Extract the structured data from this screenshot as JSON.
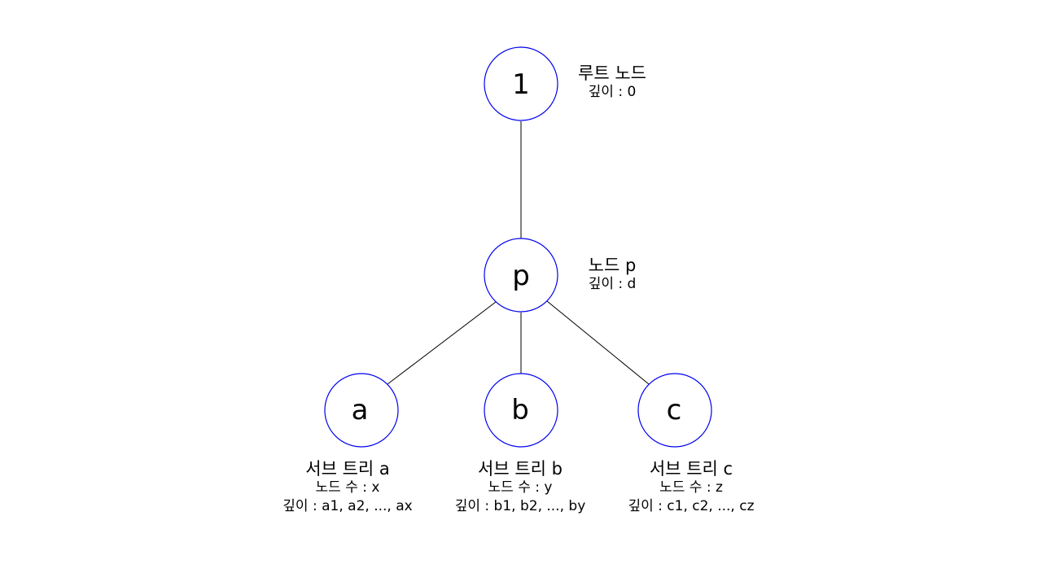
{
  "colors": {
    "node_border": "#0000ee",
    "edge": "#000000",
    "text": "#000000",
    "background": "#ffffff"
  },
  "nodes": {
    "root": {
      "label": "1"
    },
    "p": {
      "label": "p"
    },
    "a": {
      "label": "a"
    },
    "b": {
      "label": "b"
    },
    "c": {
      "label": "c"
    }
  },
  "annotations": {
    "root": {
      "title": "루트 노드",
      "depth": "깊이 : 0"
    },
    "p": {
      "title": "노드 p",
      "depth": "깊이 : d"
    },
    "subtree_a": {
      "title": "서브 트리 a",
      "count": "노드 수 : x",
      "depth": "깊이 : a1, a2, ..., ax"
    },
    "subtree_b": {
      "title": "서브 트리 b",
      "count": "노드 수 : y",
      "depth": "깊이 : b1, b2, ..., by"
    },
    "subtree_c": {
      "title": "서브 트리 c",
      "count": "노드 수 : z",
      "depth": "깊이 : c1, c2, ..., cz"
    }
  }
}
